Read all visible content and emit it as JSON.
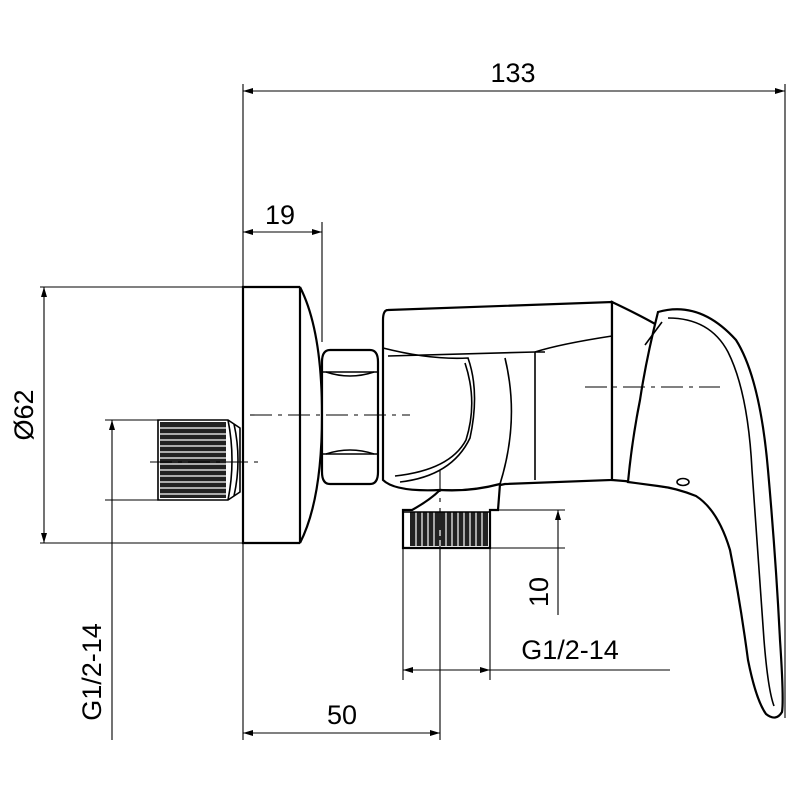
{
  "drawing": {
    "dimensions": {
      "overall_length": "133",
      "wall_offset": "19",
      "flange_diameter": "Ø62",
      "inlet_thread": "G1/2-14",
      "outlet_thread": "G1/2-14",
      "outlet_depth": "10",
      "outlet_offset": "50"
    }
  }
}
